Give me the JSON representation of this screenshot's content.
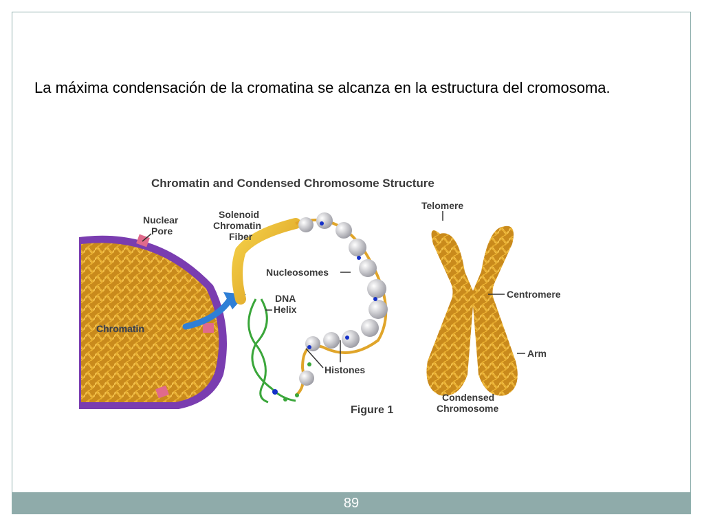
{
  "slide": {
    "body_text": "La máxima condensación de la cromatina se alcanza en la estructura del cromosoma.",
    "page_number": "89"
  },
  "figure": {
    "title": "Chromatin and Condensed Chromosome Structure",
    "caption": "Figure 1",
    "labels": {
      "nuclear_pore_1": "Nuclear",
      "nuclear_pore_2": "Pore",
      "chromatin": "Chromatin",
      "solenoid_1": "Solenoid",
      "solenoid_2": "Chromatin",
      "solenoid_3": "Fiber",
      "nucleosomes": "Nucleosomes",
      "dna_1": "DNA",
      "dna_2": "Helix",
      "histones": "Histones",
      "telomere": "Telomere",
      "centromere": "Centromere",
      "arm": "Arm",
      "condensed_1": "Condensed",
      "condensed_2": "Chromosome"
    },
    "colors": {
      "chromatin_gold": "#d9a030",
      "nuclear_envelope": "#7a3db0",
      "arrow_blue": "#2f7fd6",
      "dna_green": "#3aa63a",
      "histone_gray": "#c8c8cc",
      "footer_teal": "#8fabaa"
    }
  }
}
